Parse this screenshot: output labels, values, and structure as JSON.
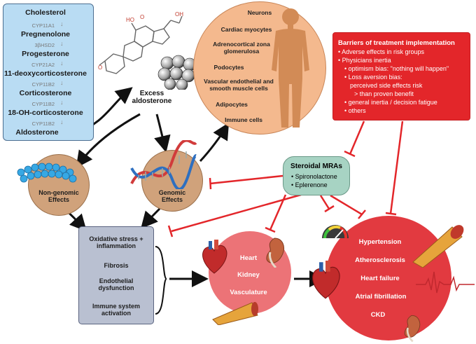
{
  "pathway": {
    "hormones": [
      "Cholesterol",
      "Pregnenolone",
      "Progesterone",
      "11-deoxycorticosterone",
      "Corticosterone",
      "18-OH-corticosterone",
      "Aldosterone"
    ],
    "enzymes": [
      "CYP11A1",
      "3βHSD2",
      "CYP21A2",
      "CYP11B2",
      "CYP11B2",
      "CYP11B2"
    ]
  },
  "excess": "Excess\naldosterone",
  "organs": {
    "items": [
      "Neurons",
      "Cardiac myocytes",
      "Adrenocortical zona glomerulosa",
      "Podocytes",
      "Vascular endothelial and smooth muscle cells",
      "Adipocytes",
      "Immune cells"
    ]
  },
  "barriers": {
    "title": "Barriers of treatment implementation",
    "lines": [
      "• Adverse effects in risk groups",
      "• Physicians inertia",
      "• optimism bias: \"nothing will happen\"",
      "• Loss aversion bias:",
      "perceived side effects risk",
      "> than proven benefit",
      "• general inertia / decision fatigue",
      "• others"
    ]
  },
  "effects": {
    "nongenomic": "Non-genomic\nEffects",
    "genomic": "Genomic\nEffects"
  },
  "mra": {
    "title": "Steroidal MRAs",
    "drugs": [
      "• Spironolactone",
      "• Eplerenone"
    ]
  },
  "oxid": {
    "items": [
      "Oxidative stress +\ninflammation",
      "Fibrosis",
      "Endothelial\ndysfunction",
      "Immune system\nactivation"
    ]
  },
  "targets": [
    "Heart",
    "Kidney",
    "Vasculature"
  ],
  "outcomes": [
    "Hypertension",
    "Atherosclerosis",
    "Heart failure",
    "Atrial fibrillation",
    "CKD"
  ],
  "colors": {
    "pathway_bg": "#b9dcf3",
    "barrier_red": "#e3262a",
    "organ_bg": "#f4b98e",
    "effect_bg": "#d0a27b",
    "mra_bg": "#a7d3c3",
    "oxid_bg": "#b9c0d1",
    "target_bg": "#ec7377",
    "outcome_bg": "#e23a40"
  }
}
